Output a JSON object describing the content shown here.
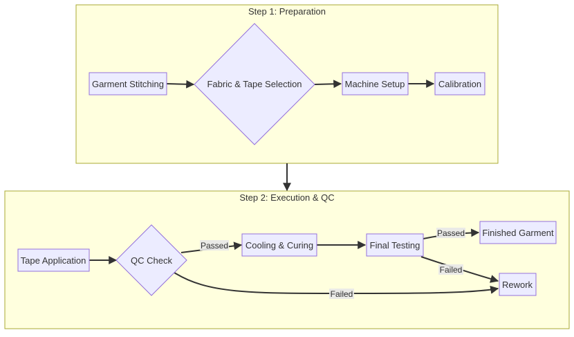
{
  "colors": {
    "cluster_fill": "#ffffde",
    "cluster_stroke": "#aaaa33",
    "node_fill": "#ececff",
    "node_stroke": "#9370db",
    "edge": "#333333",
    "text": "#333333"
  },
  "clusters": {
    "prep": {
      "title": "Step 1: Preparation"
    },
    "exec": {
      "title": "Step 2: Execution & QC"
    }
  },
  "nodes": {
    "stitching": "Garment Stitching",
    "fabric": "Fabric & Tape Selection",
    "machine": "Machine Setup",
    "calibration": "Calibration",
    "tape": "Tape Application",
    "qc": "QC Check",
    "cooling": "Cooling & Curing",
    "final": "Final Testing",
    "finished": "Finished Garment",
    "rework": "Rework"
  },
  "edge_labels": {
    "qc_passed": "Passed",
    "qc_failed": "Failed",
    "final_passed": "Passed",
    "final_failed": "Failed"
  }
}
